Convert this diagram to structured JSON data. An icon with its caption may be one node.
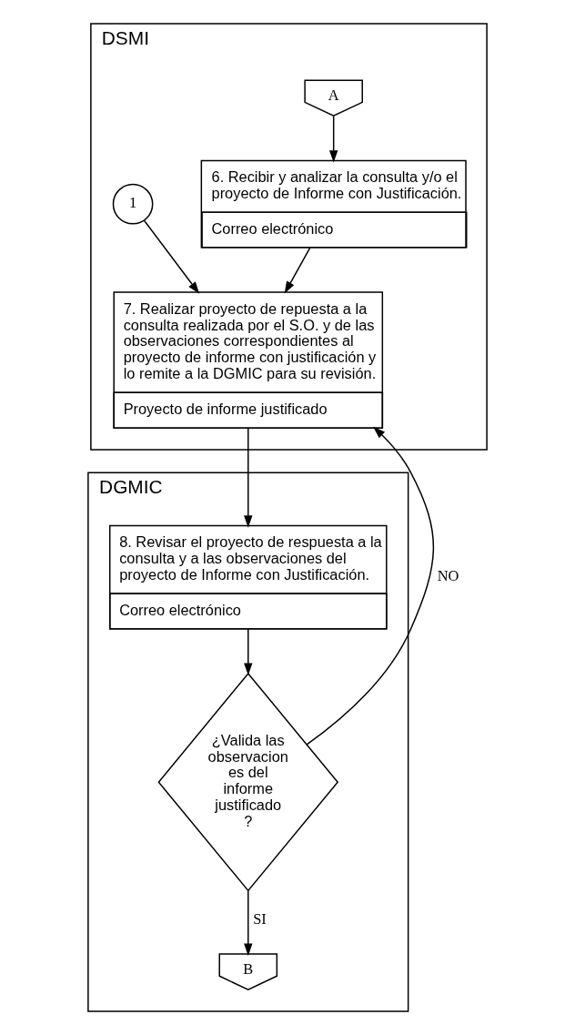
{
  "diagram": {
    "nodes": [
      {
        "text": [
          "DSMI"
        ]
      },
      {
        "text": [
          "DGMIC"
        ]
      },
      {
        "text": [
          "A"
        ],
        "in": 0
      },
      {
        "text": [
          "6. Recibir y analizar la consulta y/o el proyecto de Informe con Justificación.",
          "Correo electrónico"
        ],
        "in": 0
      },
      {
        "text": [
          "1"
        ],
        "in": 0
      },
      {
        "text": [
          "7. Realizar proyecto de repuesta a la consulta realizada por el S.O. y de las observaciones correspondientes al proyecto de informe con justificación y lo remite a la DGMIC para su revisión.",
          "Proyecto de informe justificado"
        ],
        "in": 0
      },
      {
        "text": [
          "8. Revisar el proyecto de respuesta a la consulta y a las observaciones del proyecto de Informe con Justificación.",
          "Correo electrónico"
        ],
        "in": 1
      },
      {
        "text": [
          "¿Valida las observacion es del informe justificado ?"
        ],
        "in": 1
      },
      {
        "text": [
          "B"
        ],
        "in": 1
      }
    ],
    "edges": [
      {
        "from": 2,
        "to": 3,
        "arrow": "to"
      },
      {
        "from": 3,
        "to": 5,
        "arrow": "to"
      },
      {
        "from": 4,
        "to": 5,
        "arrow": "to"
      },
      {
        "from": 5,
        "to": 6,
        "arrow": "to"
      },
      {
        "from": 6,
        "to": 7,
        "arrow": "to"
      },
      {
        "from": 7,
        "to": 5,
        "arrow": "to",
        "label": "NO"
      },
      {
        "from": 7,
        "to": 8,
        "arrow": "to",
        "label": "SI"
      }
    ]
  }
}
